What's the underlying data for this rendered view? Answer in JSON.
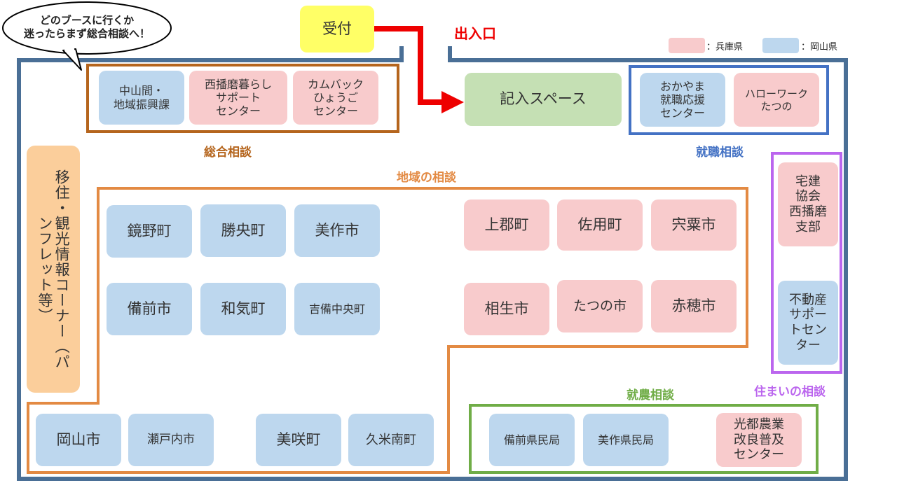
{
  "bubble": {
    "text": "どのブースに行くか\n迷ったらまず総合相談へ！"
  },
  "reception": "受付",
  "entrance": "出入口",
  "entry_space": "記入スペース",
  "legend": {
    "hyogo": "：兵庫県",
    "okayama": "：岡山県",
    "hyogo_color": "#f8cbcc",
    "okayama_color": "#bdd7ee"
  },
  "sections": {
    "general": "総合相談",
    "employment": "就職相談",
    "regional": "地域の相談",
    "housing": "住まいの相談",
    "agriculture": "就農相談"
  },
  "general_booths": [
    "中山間・\n地域振興課",
    "西播磨暮らし\nサポート\nセンター",
    "カムバック\nひょうご\nセンター"
  ],
  "employment_booths": [
    "おかやま\n就職応援\nセンター",
    "ハローワーク\nたつの"
  ],
  "pamphlet_corner": "移住・観光情報コーナー（パンフレット等）",
  "regional_booths": {
    "okayama_row1": [
      "鏡野町",
      "勝央町",
      "美作市"
    ],
    "okayama_row2": [
      "備前市",
      "和気町",
      "吉備中央町"
    ],
    "hyogo_row1": [
      "上郡町",
      "佐用町",
      "宍粟市"
    ],
    "hyogo_row2": [
      "相生市",
      "たつの市",
      "赤穂市"
    ],
    "okayama_bottom": [
      "岡山市",
      "瀬戸内市",
      "美咲町",
      "久米南町"
    ]
  },
  "housing_booths": [
    "宅建\n協会\n西播磨\n支部",
    "不動産\nサポー\nトセン\nター"
  ],
  "agriculture_booths": [
    "備前県民局",
    "美作県民局",
    "光都農業\n改良普及\nセンター"
  ],
  "colors": {
    "hall_border": "#4a6f96",
    "general_border": "#b5651d",
    "employment_border": "#4472c4",
    "regional_border": "#e38a43",
    "housing_border": "#bb66ee",
    "agriculture_border": "#70ad47",
    "arrow": "#ee0000",
    "reception": "#ffff66",
    "entry_space": "#c5e0b4",
    "pamphlet": "#fbce9b"
  }
}
